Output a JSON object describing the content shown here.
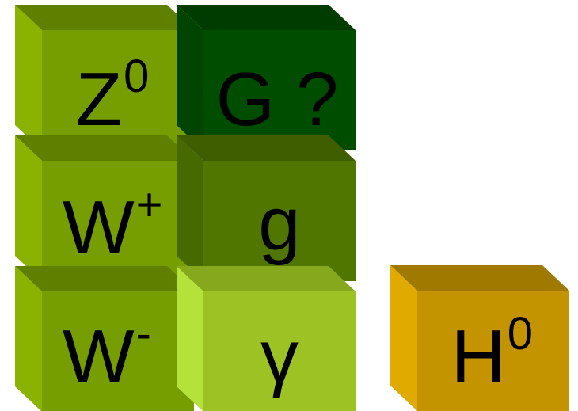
{
  "diagram": {
    "cubes": [
      {
        "id": "z0",
        "symbol": "Z",
        "sup": "0",
        "colors": {
          "front": "#779e00",
          "top": "#5f7f00",
          "side": "#89b300"
        }
      },
      {
        "id": "g-question",
        "symbol": "G ?",
        "sup": "",
        "colors": {
          "front": "#004d00",
          "top": "#003c00",
          "side": "#004400"
        }
      },
      {
        "id": "w-plus",
        "symbol": "W",
        "sup": "+",
        "colors": {
          "front": "#779e00",
          "top": "#5f7f00",
          "side": "#89b300"
        }
      },
      {
        "id": "gluon",
        "symbol": "g",
        "sup": "",
        "colors": {
          "front": "#517600",
          "top": "#3f5e00",
          "side": "#466a00"
        }
      },
      {
        "id": "w-minus",
        "symbol": "W",
        "sup": "-",
        "colors": {
          "front": "#779e00",
          "top": "#5f7f00",
          "side": "#89b300"
        }
      },
      {
        "id": "photon",
        "symbol": "γ",
        "sup": "",
        "colors": {
          "front": "#9cc224",
          "top": "#86a81c",
          "side": "#b5e23a"
        }
      },
      {
        "id": "higgs",
        "symbol": "H",
        "sup": "0",
        "colors": {
          "front": "#c49400",
          "top": "#a07a00",
          "side": "#e0aa00"
        }
      }
    ]
  }
}
